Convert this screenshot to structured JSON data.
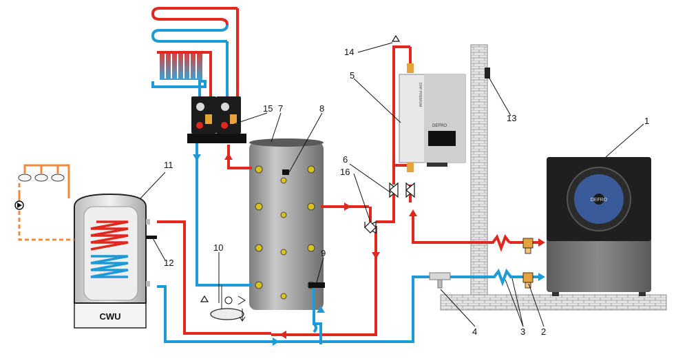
{
  "labels": {
    "n1": "1",
    "n2": "2",
    "n3": "3",
    "n3b": "3",
    "n4": "4",
    "n5": "5",
    "n6": "6",
    "n7": "7",
    "n8": "8",
    "n9": "9",
    "n10": "10",
    "n11": "11",
    "n12": "12",
    "n13": "13",
    "n14": "14",
    "n15": "15",
    "n16": "16"
  },
  "tank_label": "CWU",
  "brand_heat_pump": "DEFRO",
  "brand_indoor": "DEFRO",
  "indoor_side_text": "DHP PREMIUM",
  "colors": {
    "supply": "#e0281e",
    "return": "#1e9ad6",
    "dhw": "#f08a3c",
    "wall": "#d8d8d8",
    "buffer": "#9a9a9a"
  }
}
